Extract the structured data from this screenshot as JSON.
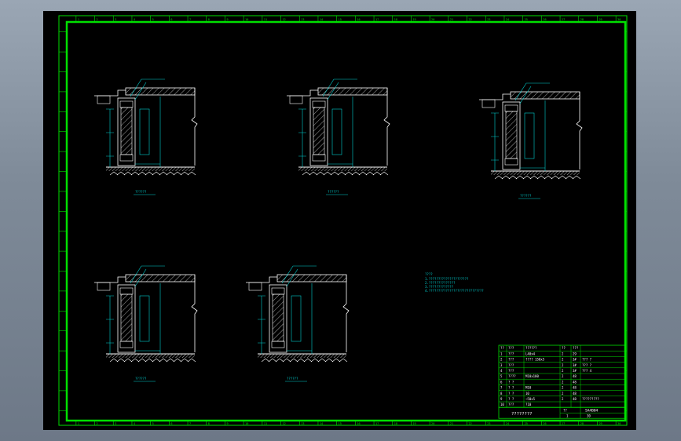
{
  "colors": {
    "frame": "#00e000",
    "line": "#ffffff",
    "dim": "#00d0d0",
    "hatch": "#d0d0d0",
    "table": "#00e000",
    "text": "#ffffff"
  },
  "border_ticks": [
    "1",
    "2",
    "3",
    "4",
    "5",
    "6",
    "7",
    "8",
    "9",
    "10",
    "11",
    "12",
    "13",
    "14",
    "15",
    "16",
    "17",
    "18",
    "19",
    "20",
    "21",
    "22",
    "23",
    "24",
    "25",
    "26",
    "27",
    "28",
    "29",
    "30"
  ],
  "notes": {
    "heading": "????",
    "lines": [
      "1.?????????????????????",
      "2.??????????????",
      "3.?????????????",
      "4.?????????????????????????????"
    ]
  },
  "details": [
    {
      "caption": "??????"
    },
    {
      "caption": "??????"
    },
    {
      "caption": "??????"
    },
    {
      "caption": "??????"
    },
    {
      "caption": "??????"
    }
  ],
  "parts_table": {
    "header": [
      "??",
      "???",
      "??????",
      "??",
      "???"
    ],
    "rows": [
      [
        "1",
        "???",
        "L40x4",
        "2",
        "29",
        ""
      ],
      [
        "2",
        "???",
        "???? 150x5",
        "2",
        "3#",
        "??? ?"
      ],
      [
        "3",
        "???",
        "",
        "2",
        "3#",
        "??? ?"
      ],
      [
        "4",
        "???",
        "",
        "2",
        "3#",
        "??? 4"
      ],
      [
        "5",
        "????",
        "M10x100",
        "2",
        "48",
        ""
      ],
      [
        "6",
        "? ?",
        "",
        "2",
        "48",
        ""
      ],
      [
        "7",
        "? ?",
        "M10",
        "2",
        "48",
        ""
      ],
      [
        "8",
        "? ?",
        "10",
        "2",
        "48",
        ""
      ],
      [
        "9",
        "? ?",
        "~50x5",
        "2",
        "48",
        "?????????"
      ],
      [
        "10",
        "???",
        "?10",
        "",
        "",
        ""
      ]
    ],
    "title_block": {
      "name": "????????",
      "scale_label": "??",
      "drawing_no": "SA4B04",
      "sheet": "1",
      "code": "30"
    }
  }
}
